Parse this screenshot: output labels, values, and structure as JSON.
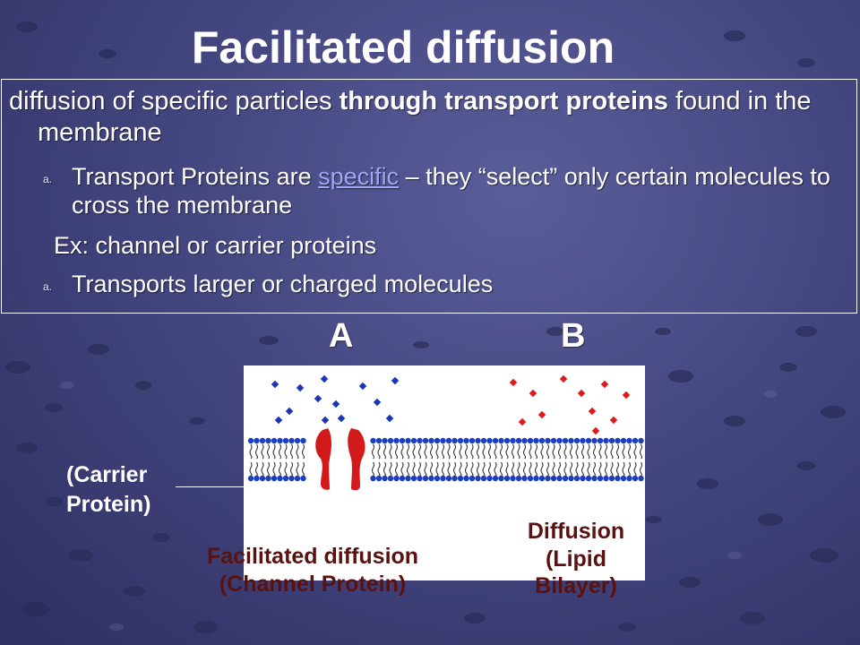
{
  "slide": {
    "title": "Facilitated diffusion",
    "definition": {
      "part1": "diffusion of specific particles ",
      "bold1": "through transport proteins",
      "part2": " found in the membrane"
    },
    "bullets": [
      {
        "marker": "a.",
        "pre": "Transport Proteins are ",
        "link": "specific",
        "post": " – they “select” only certain molecules to cross the membrane"
      },
      {
        "marker": "a.",
        "text": "Transports larger or charged molecules"
      }
    ],
    "example": "Ex: channel or carrier proteins"
  },
  "figure": {
    "label_a": "A",
    "label_b": "B",
    "carrier_line1": "(Carrier",
    "carrier_line2": "Protein)",
    "caption_a_line1": "Facilitated diffusion",
    "caption_a_line2": "(Channel Protein)",
    "caption_b_line1": "Diffusion",
    "caption_b_line2": "(Lipid",
    "caption_b_line3": "Bilayer)",
    "colors": {
      "blue_particle": "#1a35b8",
      "red_particle": "#e01b1b",
      "protein": "#d31a1a",
      "membrane_head": "#1c3ec0",
      "tail": "#333333"
    }
  }
}
